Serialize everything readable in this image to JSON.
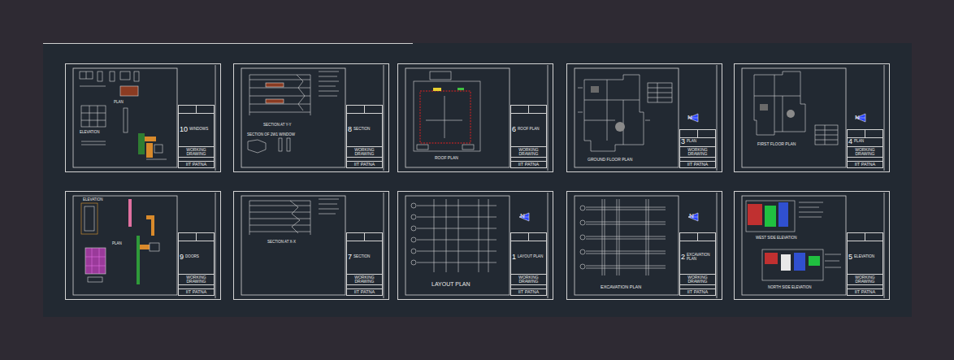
{
  "diagram": {
    "nodes": [
      {
        "text": [
          "ELEVATION",
          "PLAN"
        ]
      },
      {
        "text": [
          "10",
          "WINDOWS",
          "WORKING DRAWING",
          "IIT PATNA"
        ],
        "in": 0
      },
      {
        "text": [
          "SECTION AT Y-Y",
          "SECTION OF 2W1 WINDOW"
        ]
      },
      {
        "text": [
          "8",
          "SECTION",
          "WORKING DRAWING",
          "IIT PATNA"
        ],
        "in": 2
      },
      {
        "text": [
          "ROOF PLAN"
        ]
      },
      {
        "text": [
          "6",
          "ROOF PLAN",
          "WORKING DRAWING",
          "IIT PATNA"
        ],
        "in": 4
      },
      {
        "text": [
          "GROUND FLOOR PLAN"
        ]
      },
      {
        "text": [
          "3",
          "PLAN",
          "WORKING DRAWING",
          "IIT PATNA"
        ],
        "in": 6
      },
      {
        "text": [
          "FIRST FLOOR PLAN"
        ]
      },
      {
        "text": [
          "4",
          "PLAN",
          "WORKING DRAWING",
          "IIT PATNA"
        ],
        "in": 8
      },
      {
        "text": [
          "ELEVATION",
          "PLAN"
        ]
      },
      {
        "text": [
          "9",
          "DOORS",
          "WORKING DRAWING",
          "IIT PATNA"
        ],
        "in": 10
      },
      {
        "text": [
          "SECTION AT X-X"
        ]
      },
      {
        "text": [
          "7",
          "SECTION",
          "WORKING DRAWING",
          "IIT PATNA"
        ],
        "in": 12
      },
      {
        "text": [
          "LAYOUT PLAN"
        ]
      },
      {
        "text": [
          "1",
          "LAYOUT PLAN",
          "WORKING DRAWING",
          "IIT PATNA"
        ],
        "in": 14
      },
      {
        "text": [
          "EXCAVATION PLAN"
        ]
      },
      {
        "text": [
          "2",
          "EXCAVATION PLAN",
          "WORKING DRAWING",
          "IIT PATNA"
        ],
        "in": 16
      },
      {
        "text": [
          "WEST SIDE ELEVATION",
          "NORTH SIDE ELEVATION"
        ]
      },
      {
        "text": [
          "5",
          "ELEVATION",
          "WORKING DRAWING",
          "IIT PATNA"
        ],
        "in": 18
      }
    ],
    "labels": [
      "N",
      "N",
      "N",
      "N"
    ]
  }
}
